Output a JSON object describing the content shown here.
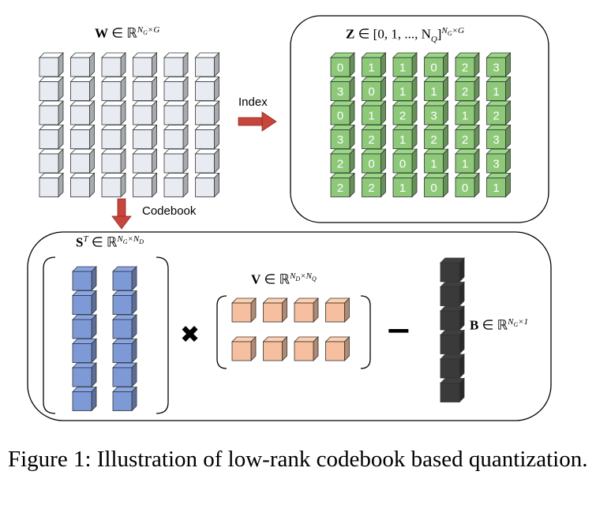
{
  "w_matrix": {
    "label_bold": "W",
    "label_rest": " ∈ ℝ",
    "label_sup": "N_G×G",
    "rows": 6,
    "cols": 6,
    "color": "#e8ecf2"
  },
  "z_matrix": {
    "label_bold": "Z",
    "label_rest": " ∈ [0, 1, ..., N",
    "label_sub": "Q",
    "label_close": "]",
    "label_sup": "N_G×G",
    "color": "#8ec97a",
    "values": [
      [
        "0",
        "1",
        "1",
        "0",
        "2",
        "3"
      ],
      [
        "3",
        "0",
        "1",
        "1",
        "2",
        "1"
      ],
      [
        "0",
        "1",
        "2",
        "3",
        "1",
        "2"
      ],
      [
        "3",
        "2",
        "1",
        "2",
        "2",
        "3"
      ],
      [
        "2",
        "0",
        "0",
        "1",
        "1",
        "3"
      ],
      [
        "2",
        "2",
        "1",
        "0",
        "0",
        "1"
      ]
    ]
  },
  "arrows": {
    "index_label": "Index",
    "codebook_label": "Codebook",
    "color": "#c8453b"
  },
  "s_matrix": {
    "label_bold": "S",
    "label_sup_t": "T",
    "label_rest": " ∈ ℝ",
    "label_sup": "N_G×N_D",
    "rows": 6,
    "cols": 2,
    "color": "#7e9ad6"
  },
  "v_matrix": {
    "label_bold": "V",
    "label_rest": " ∈ ℝ",
    "label_sup": "N_D×N_Q",
    "rows": 2,
    "cols": 4,
    "color": "#f5bfa0"
  },
  "b_matrix": {
    "label_bold": "B",
    "label_rest": " ∈ ℝ",
    "label_sup": "N_G×1",
    "rows": 6,
    "cols": 1,
    "color": "#3a3a3a"
  },
  "operators": {
    "multiply": "✖",
    "minus": "−"
  },
  "caption": "Figure 1: Illustration of low-rank codebook based quantization."
}
